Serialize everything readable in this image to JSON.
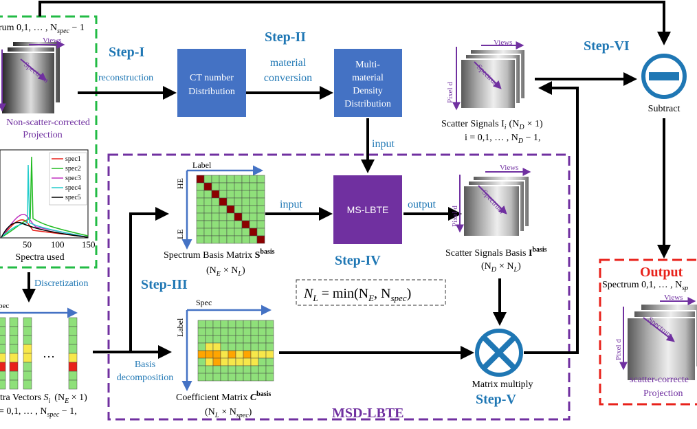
{
  "steps": {
    "s1": "Step-I",
    "s2": "Step-II",
    "s3": "Step-III",
    "s4": "Step-IV",
    "s5": "Step-V",
    "s6": "Step-VI"
  },
  "labels": {
    "reconstruction": "reconstruction",
    "material_conversion_1": "material",
    "material_conversion_2": "conversion",
    "input_top": "input",
    "input_mid": "input",
    "output_mid": "output",
    "discretization": "Discretization",
    "basis_decomp_1": "Basis",
    "basis_decomp_2": "decomposition",
    "subtract": "Subtract",
    "matrix_multiply": "Matrix multiply",
    "msd_lbte": "MSD-LBTE"
  },
  "boxes": {
    "ct_1": "CT number",
    "ct_2": "Distribution",
    "mm_1": "Multi-",
    "mm_2": "material",
    "mm_3": "Density",
    "mm_4": "Distribution",
    "mslbte": "MS-LBTE"
  },
  "left_panel": {
    "spectrum_header": "rum 0,1, … , N",
    "spectrum_sub": "spec",
    "spectrum_tail": " − 1",
    "views": "Views",
    "spectrum_axis": "Spectrum",
    "proj_1": "Non-scatter-corrected",
    "proj_2": "Projection",
    "legend": [
      "spec1",
      "spec2",
      "spec3",
      "spec4",
      "spec5"
    ],
    "legend_colors": [
      "#e8221b",
      "#22bb22",
      "#c030c0",
      "#22cccc",
      "#000000"
    ],
    "xticks": [
      "50",
      "100",
      "150"
    ],
    "spectra_used": "Spectra used",
    "vectors_spec": "pec",
    "vectors_dots": "…",
    "vectors_1": "tra Vectors",
    "vectors_2": "(N",
    "vectors_3": "= 0,1, … , N",
    "vectors_4": " − 1,"
  },
  "scatter_top": {
    "views": "Views",
    "spectrum": "Spectrum",
    "pixel": "Pixel d",
    "caption_1": "Scatter Signals I",
    "caption_2": "(N",
    "caption_3": "× 1)",
    "caption_4": "i = 0,1, … , N",
    "caption_5": " − 1,"
  },
  "basis_matrix": {
    "label": "Label",
    "he": "HE",
    "le": "LE",
    "caption_1": "Spectrum Basis Matrix",
    "caption_bold": "S",
    "caption_sup": "basis",
    "caption_2": "(N",
    "caption_3": "× N",
    "caption_4": ")"
  },
  "scatter_basis": {
    "views": "Views",
    "spectrum": "Spectrum",
    "pixel": "Pixel d",
    "caption_1": "Scatter Signals Basis",
    "caption_bold": "I",
    "caption_sup": "basis",
    "caption_2": "(N",
    "caption_3": "× N",
    "caption_4": ")"
  },
  "formula": {
    "lhs": "N",
    "lhs_sub": "L",
    "mid": " = min(N",
    "mid_sub": "E",
    "comma": ", N",
    "comma_sub": "spec",
    "end": ")"
  },
  "coef_matrix": {
    "spec": "Spec",
    "label": "Label",
    "caption_1": "Coefficient Matrix",
    "caption_bold": "C",
    "caption_sup": "basis",
    "caption_2": "(N",
    "caption_3": "× N",
    "caption_4": ")"
  },
  "output_panel": {
    "title": "Output",
    "spectrum": "Spectrum 0,1, … , N",
    "spectrum_sub": "sp",
    "views": "Views",
    "spectrum_axis": "Spectrum",
    "pixel": "Pixel d",
    "proj_1": "scatter-correcte",
    "proj_2": "Projection"
  },
  "colors": {
    "box_blue": "#4472c4",
    "box_purple": "#7030a0",
    "step_blue": "#1f77b4",
    "green_dash": "#22bb44",
    "purple_dash": "#7030a0",
    "red_dash": "#e8221b",
    "grid_green": "#8fe07a",
    "grid_diag": "#8b0000",
    "orange": "#ffa500",
    "yellow": "#f7e74a"
  }
}
